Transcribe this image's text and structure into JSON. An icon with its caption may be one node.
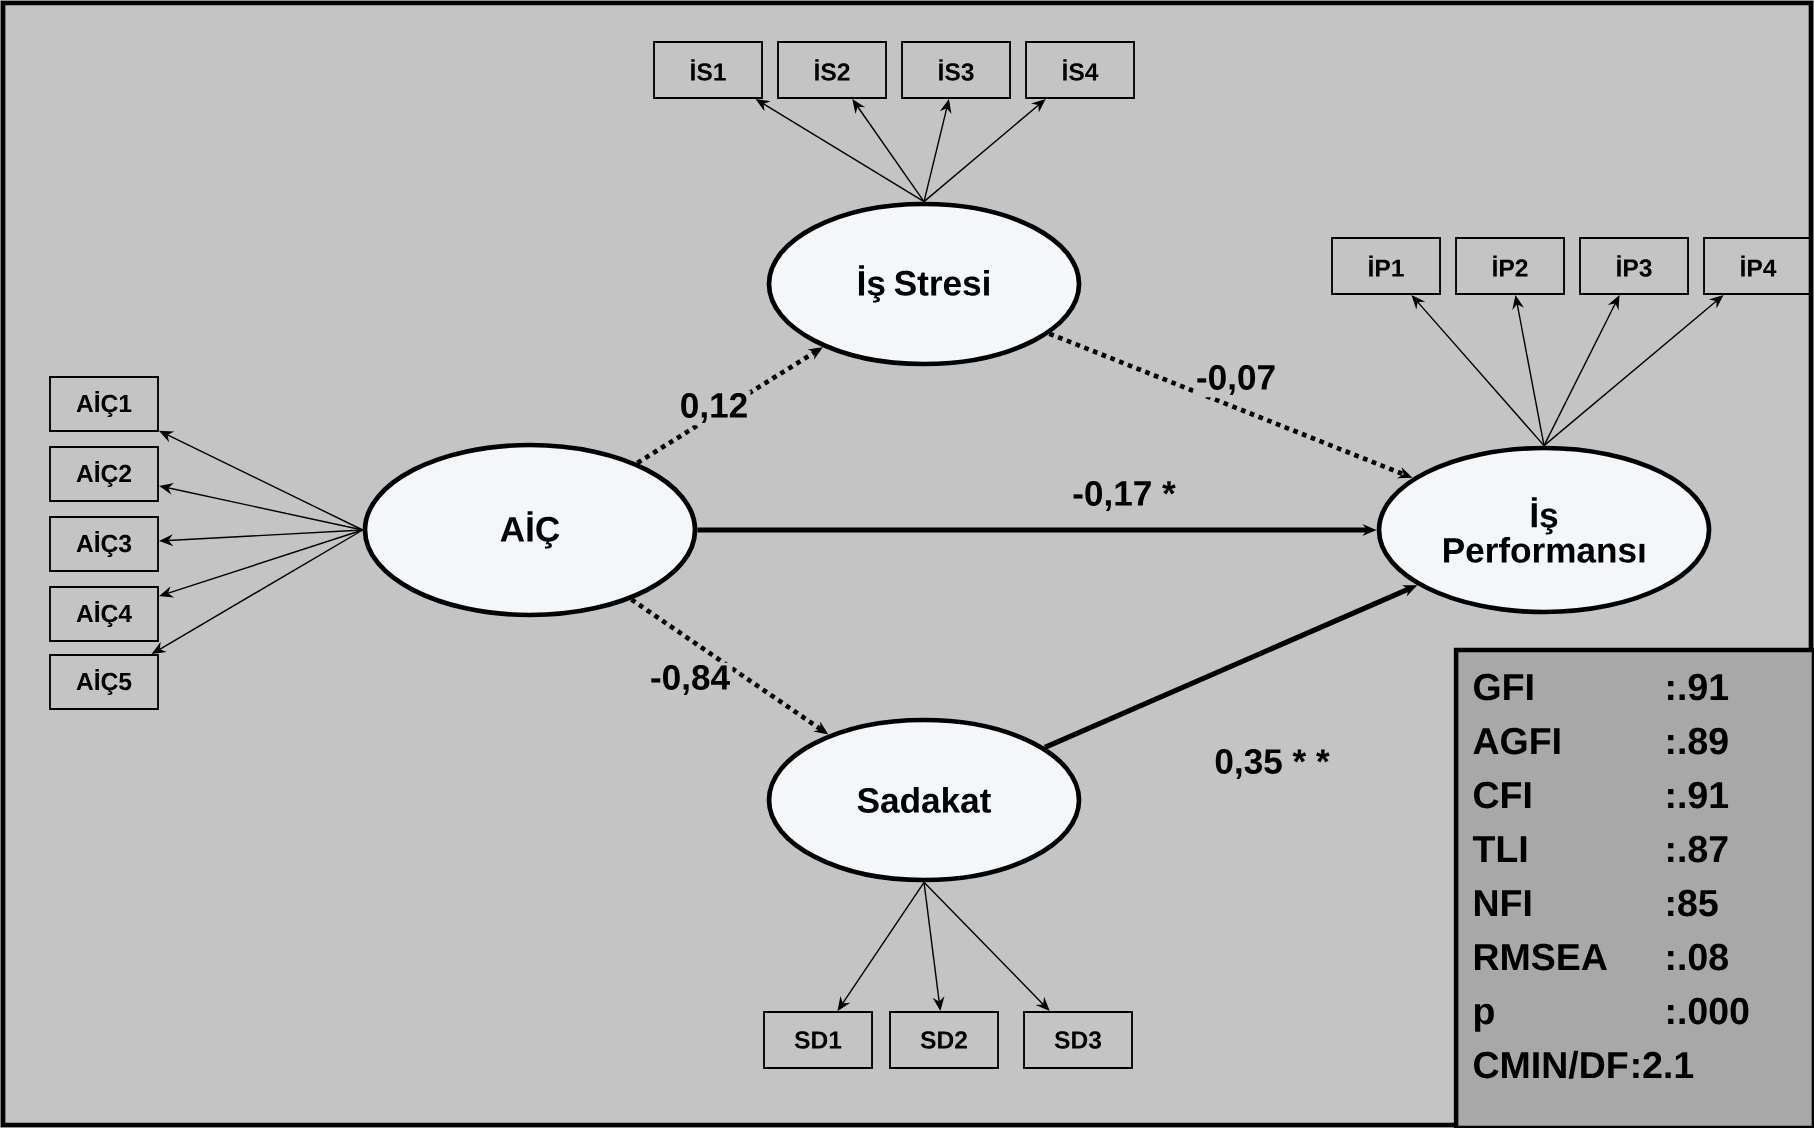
{
  "diagram": {
    "nodes": [
      {
        "text": [
          "İş Stresi"
        ]
      },
      {
        "text": [
          "İS1"
        ]
      },
      {
        "text": [
          "İS2"
        ]
      },
      {
        "text": [
          "İS3"
        ]
      },
      {
        "text": [
          "İS4"
        ]
      },
      {
        "text": [
          "AİÇ"
        ]
      },
      {
        "text": [
          "AİÇ1"
        ]
      },
      {
        "text": [
          "AİÇ2"
        ]
      },
      {
        "text": [
          "AİÇ3"
        ]
      },
      {
        "text": [
          "AİÇ4"
        ]
      },
      {
        "text": [
          "AİÇ5"
        ]
      },
      {
        "text": [
          "İş Performansı"
        ]
      },
      {
        "text": [
          "İP1"
        ]
      },
      {
        "text": [
          "İP2"
        ]
      },
      {
        "text": [
          "İP3"
        ]
      },
      {
        "text": [
          "İP4"
        ]
      },
      {
        "text": [
          "Sadakat"
        ]
      },
      {
        "text": [
          "SD1"
        ]
      },
      {
        "text": [
          "SD2"
        ]
      },
      {
        "text": [
          "SD3"
        ]
      },
      {
        "text": [
          "GFI",
          ":.91",
          "AGFI",
          ":.89",
          "CFI",
          ":.91",
          "TLI",
          ":.87",
          "NFI",
          ":85",
          "RMSEA",
          ":.08",
          "p",
          ":.000",
          "CMIN/DF",
          ":2.1"
        ]
      }
    ],
    "edges": [
      {
        "from": 0,
        "to": 1,
        "arrow": "to"
      },
      {
        "from": 0,
        "to": 2,
        "arrow": "to"
      },
      {
        "from": 0,
        "to": 3,
        "arrow": "to"
      },
      {
        "from": 0,
        "to": 4,
        "arrow": "to"
      },
      {
        "from": 5,
        "to": 6,
        "arrow": "to"
      },
      {
        "from": 5,
        "to": 7,
        "arrow": "to"
      },
      {
        "from": 5,
        "to": 8,
        "arrow": "to"
      },
      {
        "from": 5,
        "to": 9,
        "arrow": "to"
      },
      {
        "from": 5,
        "to": 10,
        "arrow": "to"
      },
      {
        "from": 11,
        "to": 12,
        "arrow": "to"
      },
      {
        "from": 11,
        "to": 13,
        "arrow": "to"
      },
      {
        "from": 11,
        "to": 14,
        "arrow": "to"
      },
      {
        "from": 11,
        "to": 15,
        "arrow": "to"
      },
      {
        "from": 16,
        "to": 17,
        "arrow": "to"
      },
      {
        "from": 16,
        "to": 18,
        "arrow": "to"
      },
      {
        "from": 16,
        "to": 19,
        "arrow": "to"
      },
      {
        "from": 5,
        "to": 0,
        "arrow": "to",
        "label": "0,12",
        "style": "dashed"
      },
      {
        "from": 0,
        "to": 11,
        "arrow": "to",
        "label": "-0,07",
        "style": "dashed"
      },
      {
        "from": 5,
        "to": 11,
        "arrow": "to",
        "label": "-0,17 *",
        "style": "thick"
      },
      {
        "from": 5,
        "to": 16,
        "arrow": "to",
        "label": "-0,84",
        "style": "dashed"
      },
      {
        "from": 16,
        "to": 11,
        "arrow": "to",
        "label": "0,35 * *",
        "style": "thick"
      }
    ]
  }
}
